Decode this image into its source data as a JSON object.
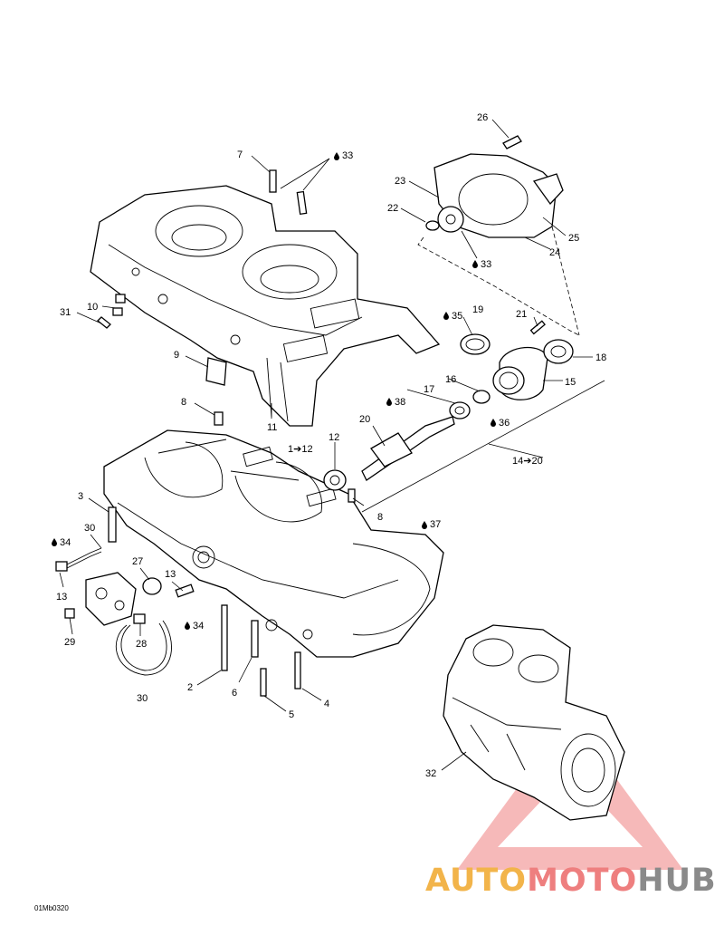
{
  "figure_code": "01Mb0320",
  "watermark": {
    "part1": "AUTO",
    "part2": "MOTO",
    "part3": "HUB",
    "triangle_color": "#f08080"
  },
  "callouts": {
    "c26": "26",
    "c7": "7",
    "c33a": "33",
    "c23": "23",
    "c22": "22",
    "c25": "25",
    "c24": "24",
    "c33b": "33",
    "c10": "10",
    "c31": "31",
    "c35": "35",
    "c19": "19",
    "c21": "21",
    "c18": "18",
    "c9": "9",
    "c16": "16",
    "c17": "17",
    "c15": "15",
    "c38": "38",
    "c36": "36",
    "c8a": "8",
    "c11": "11",
    "c20": "20",
    "c1to12": "1➔12",
    "c12": "12",
    "c14to20": "14➔20",
    "c3": "3",
    "c8b": "8",
    "c37": "37",
    "c30a": "30",
    "c34a": "34",
    "c27": "27",
    "c13a": "13",
    "c13b": "13",
    "c34b": "34",
    "c29": "29",
    "c28": "28",
    "c2": "2",
    "c6": "6",
    "c4": "4",
    "c5": "5",
    "c30b": "30",
    "c32": "32"
  }
}
